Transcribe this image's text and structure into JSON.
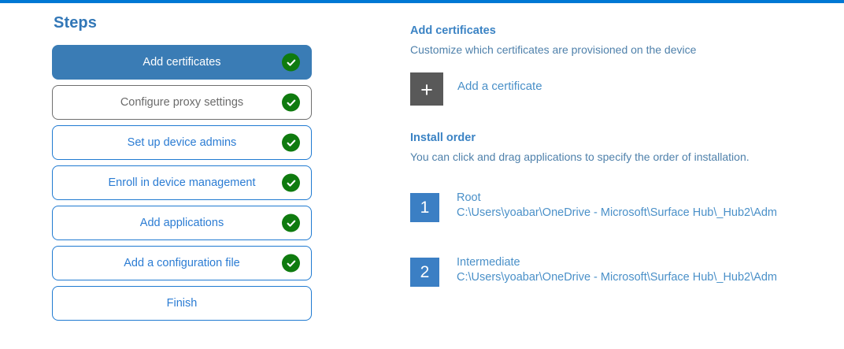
{
  "accent_color": "#0078d4",
  "steps_panel": {
    "title": "Steps",
    "items": [
      {
        "label": "Add certificates",
        "state": "active",
        "completed": true
      },
      {
        "label": "Configure proxy settings",
        "state": "muted",
        "completed": true
      },
      {
        "label": "Set up device admins",
        "state": "default",
        "completed": true
      },
      {
        "label": "Enroll in device management",
        "state": "default",
        "completed": true
      },
      {
        "label": "Add applications",
        "state": "default",
        "completed": true
      },
      {
        "label": "Add a configuration file",
        "state": "default",
        "completed": true
      },
      {
        "label": "Finish",
        "state": "default",
        "completed": false
      }
    ]
  },
  "detail_panel": {
    "certificates": {
      "heading": "Add certificates",
      "subheading": "Customize which certificates are provisioned on the device",
      "add_button_label": "Add a certificate",
      "add_button_icon": "plus-icon"
    },
    "install_order": {
      "heading": "Install order",
      "subheading": "You can click and drag applications to specify the order of installation.",
      "rows": [
        {
          "number": "1",
          "name": "Root",
          "path": "C:\\Users\\yoabar\\OneDrive - Microsoft\\Surface Hub\\_Hub2\\Adm"
        },
        {
          "number": "2",
          "name": "Intermediate",
          "path": "C:\\Users\\yoabar\\OneDrive - Microsoft\\Surface Hub\\_Hub2\\Adm"
        }
      ]
    }
  }
}
